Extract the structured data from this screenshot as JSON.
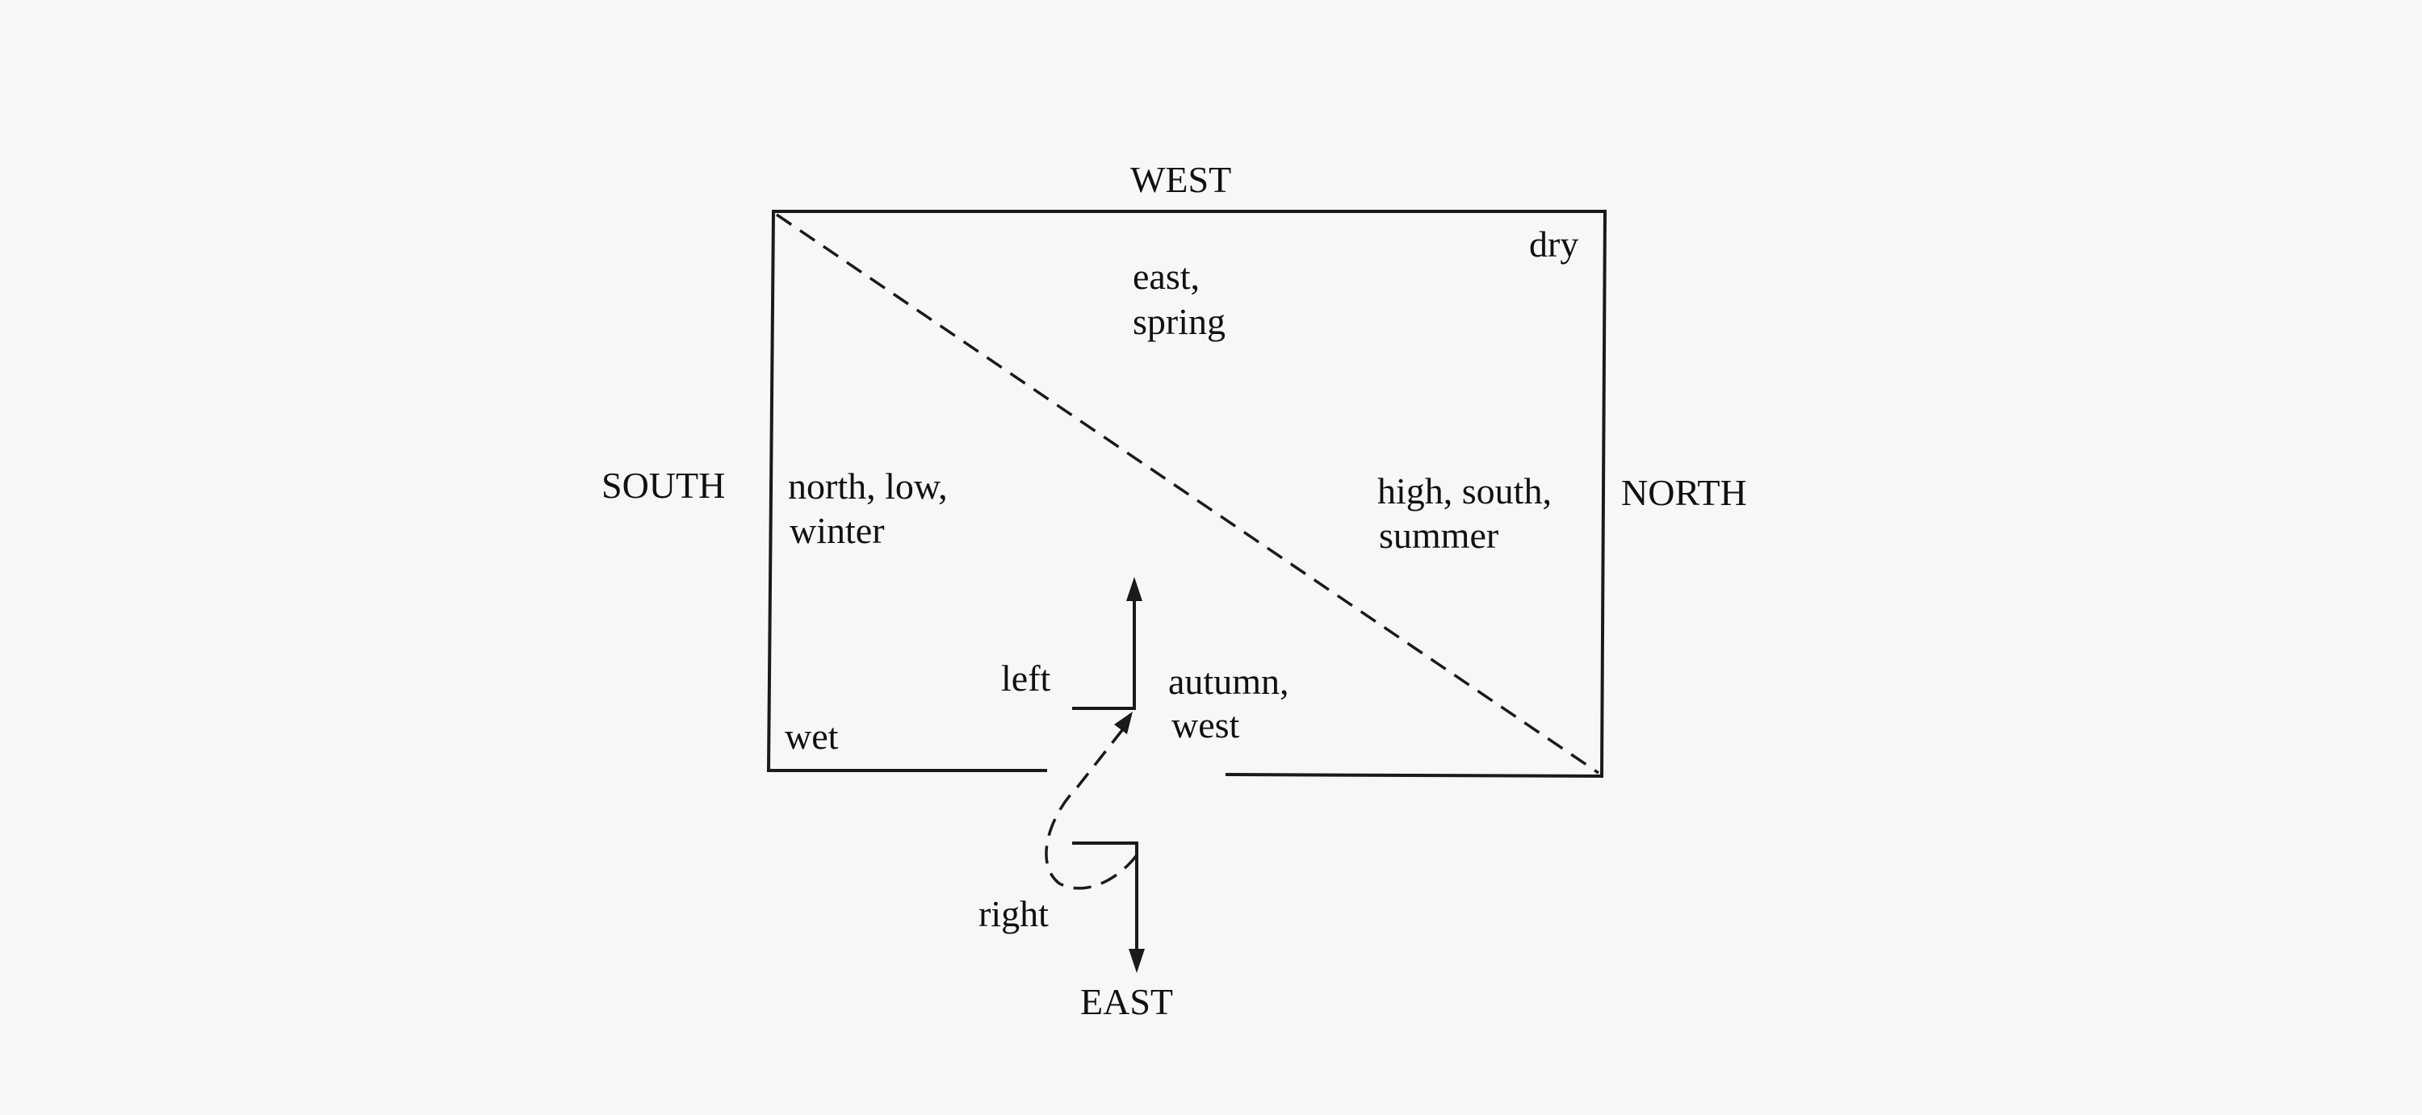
{
  "diagram": {
    "edges": {
      "top": "WEST",
      "bottom": "EAST",
      "left": "SOUTH",
      "right": "NORTH"
    },
    "corners": {
      "top_right": "dry",
      "bottom_left": "wet"
    },
    "regions": {
      "upper": {
        "line1": "east,",
        "line2": "spring"
      },
      "left": {
        "line1": "north, low,",
        "line2": "winter"
      },
      "right": {
        "line1": "high, south,",
        "line2": "summer"
      },
      "lower": {
        "line1": "autumn,",
        "line2": "west"
      }
    },
    "turns": {
      "left": "left",
      "right": "right"
    },
    "colors": {
      "background": "#f7f7f7",
      "ink": "#1a1a1a"
    }
  }
}
